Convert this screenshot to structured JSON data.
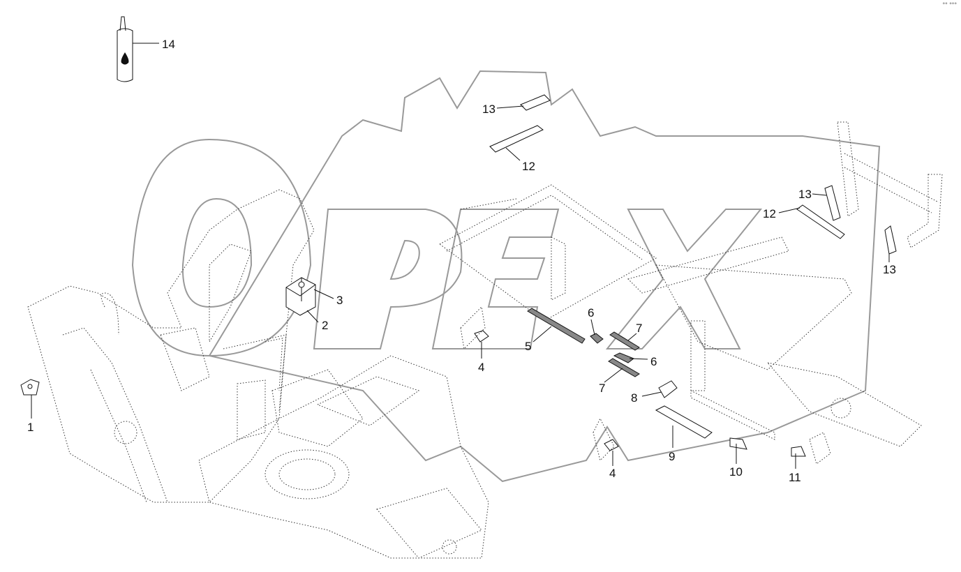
{
  "corner_mark": "°° °°°",
  "watermark": "OPEX",
  "callouts": [
    {
      "id": "1",
      "label": "1"
    },
    {
      "id": "2",
      "label": "2"
    },
    {
      "id": "3",
      "label": "3"
    },
    {
      "id": "4a",
      "label": "4"
    },
    {
      "id": "4b",
      "label": "4"
    },
    {
      "id": "5",
      "label": "5"
    },
    {
      "id": "6a",
      "label": "6"
    },
    {
      "id": "6b",
      "label": "6"
    },
    {
      "id": "7a",
      "label": "7"
    },
    {
      "id": "7b",
      "label": "7"
    },
    {
      "id": "8",
      "label": "8"
    },
    {
      "id": "9",
      "label": "9"
    },
    {
      "id": "10",
      "label": "10"
    },
    {
      "id": "11",
      "label": "11"
    },
    {
      "id": "12a",
      "label": "12"
    },
    {
      "id": "12b",
      "label": "12"
    },
    {
      "id": "13a",
      "label": "13"
    },
    {
      "id": "13b",
      "label": "13"
    },
    {
      "id": "13c",
      "label": "13"
    },
    {
      "id": "14",
      "label": "14"
    }
  ]
}
